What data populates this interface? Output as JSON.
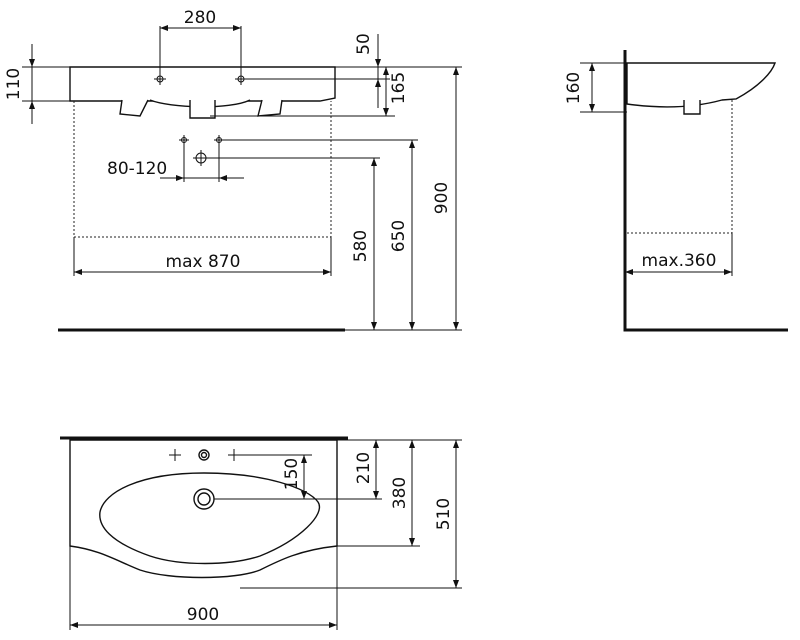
{
  "front_view": {
    "dim_tap_spacing": "280",
    "dim_top_50": "50",
    "dim_height_110": "110",
    "dim_165": "165",
    "dim_80_120": "80-120",
    "dim_width_max": "max 870",
    "dim_580": "580",
    "dim_650": "650",
    "dim_900": "900"
  },
  "side_view": {
    "dim_160": "160",
    "dim_depth_max": "max.360"
  },
  "top_view": {
    "dim_150": "150",
    "dim_210": "210",
    "dim_380": "380",
    "dim_510": "510",
    "dim_width": "900"
  }
}
